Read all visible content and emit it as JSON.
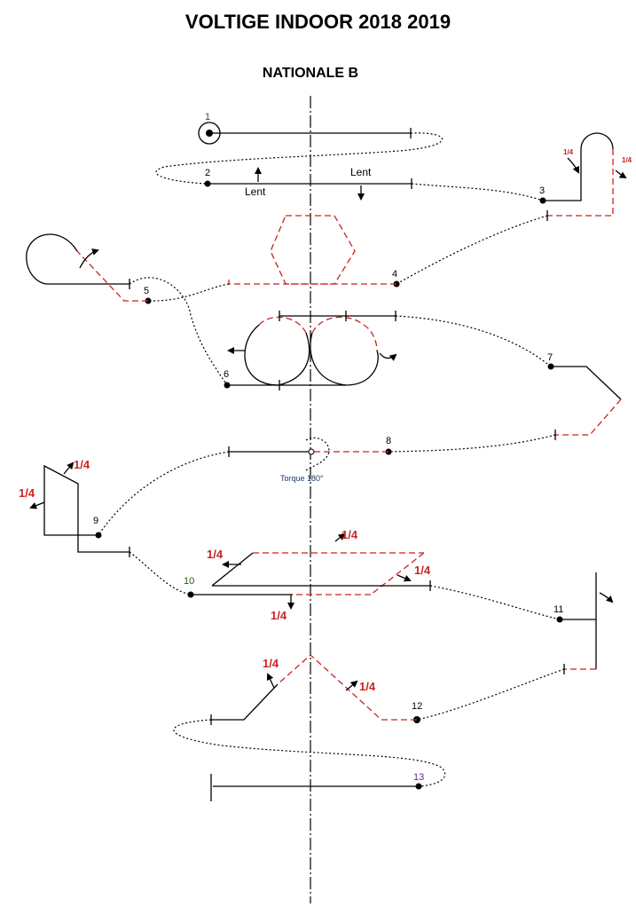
{
  "header": {
    "title": "VOLTIGE INDOOR 2018 2019",
    "subtitle": "NATIONALE B"
  },
  "figure_numbers": [
    "1",
    "2",
    "3",
    "4",
    "5",
    "6",
    "7",
    "8",
    "9",
    "10",
    "11",
    "12",
    "13"
  ],
  "labels": {
    "lent": "Lent",
    "quarter": "1/4",
    "torque": "Torque 180°"
  },
  "colors": {
    "line": "#000000",
    "inverted": "#cc2222",
    "number_purple": "#5a2a8a",
    "number_green": "#2a5a10",
    "torque_text": "#1a3a6a"
  }
}
